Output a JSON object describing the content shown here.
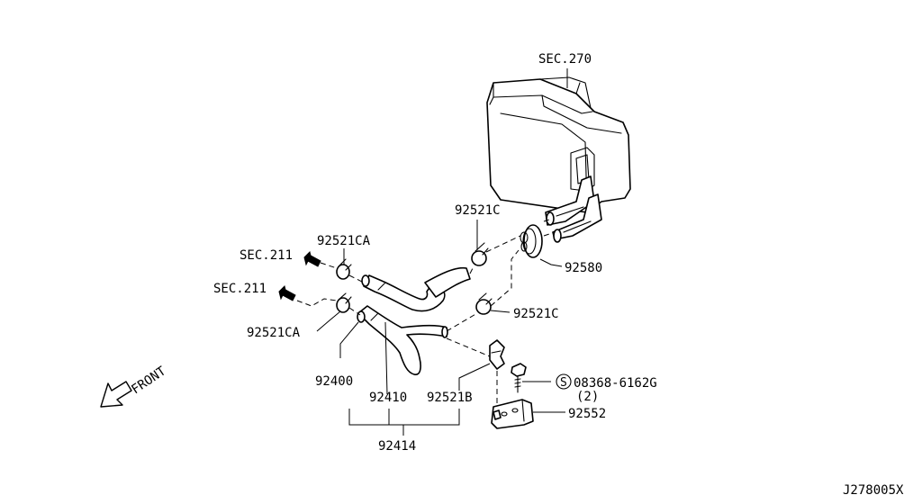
{
  "labels": {
    "sec270": "SEC.270",
    "sec211_upper": "SEC.211",
    "sec211_lower": "SEC.211",
    "p92521C_upper": "92521C",
    "p92521C_lower": "92521C",
    "p92521CA_upper": "92521CA",
    "p92521CA_lower": "92521CA",
    "p92580": "92580",
    "p92400": "92400",
    "p92410": "92410",
    "p92521B": "92521B",
    "p92414": "92414",
    "p92552": "92552",
    "bolt_code": "08368-6162G",
    "bolt_marker": "S",
    "bolt_qty": "(2)",
    "front": "FRONT",
    "diagram_id": "J278005X"
  },
  "icons": {
    "front_arrow": "front-direction-arrow",
    "flow_arrow": "flow-direction-arrow"
  }
}
